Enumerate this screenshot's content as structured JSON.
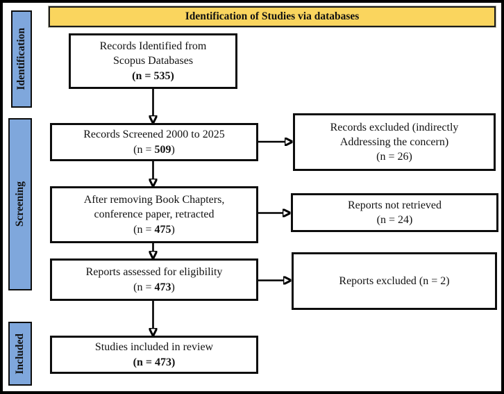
{
  "header": {
    "title": "Identification of Studies via databases"
  },
  "sidebar": {
    "items": [
      {
        "label": "Identification"
      },
      {
        "label": "Screening"
      },
      {
        "label": "Included"
      }
    ]
  },
  "main_boxes": [
    {
      "line1": "Records Identified from",
      "line2": "Scopus Databases",
      "n_pre": "(n = ",
      "n_value": "535",
      "n_post": ")"
    },
    {
      "line1": "Records Screened 2000 to 2025",
      "n_pre": "(n = ",
      "n_value": "509",
      "n_post": ")"
    },
    {
      "line1": "After removing Book Chapters,",
      "line2": "conference paper, retracted",
      "n_pre": "(n = ",
      "n_value": "475",
      "n_post": ")"
    },
    {
      "line1": "Reports assessed for eligibility",
      "n_pre": "(n = ",
      "n_value": "473",
      "n_post": ")"
    },
    {
      "line1": "Studies included in review",
      "n_pre": "(n = ",
      "n_value": "473",
      "n_post": ")"
    }
  ],
  "side_boxes": [
    {
      "line1": "Records excluded (indirectly",
      "line2": "Addressing the concern)",
      "line3": "(n = 26)"
    },
    {
      "line1": "Reports not retrieved",
      "line2": "(n = 24)"
    },
    {
      "line1": "Reports excluded (n = 2)"
    }
  ],
  "colors": {
    "header_bg": "#FAD55E",
    "stage_bg": "#7FA7DC",
    "box_border": "#0d0d0d",
    "outer_border": "#000000"
  }
}
